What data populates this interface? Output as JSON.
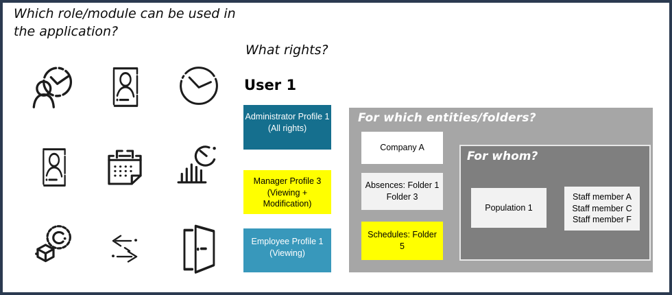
{
  "slide": {
    "title": "Which role/module can be used in\nthe application?",
    "rights": {
      "heading": "What rights?",
      "user": "User 1",
      "profiles": [
        {
          "label": "Administrator Profile 1 (All rights)",
          "bg": "#156F8E",
          "fg": "#FFFFFF"
        },
        {
          "label": "Manager Profile 3 (Viewing + Modification)",
          "bg": "#FFFF00",
          "fg": "#000000"
        },
        {
          "label": "Employee Profile 1 (Viewing)",
          "bg": "#3898BB",
          "fg": "#FFFFFF"
        }
      ]
    },
    "entities": {
      "heading": "For which entities/folders?",
      "company": {
        "label": "Company A",
        "bg": "#FFFFFF"
      },
      "absences": {
        "label": "Absences: Folder 1\nFolder 3",
        "bg": "#F2F2F2"
      },
      "schedules": {
        "label": "Schedules: Folder 5",
        "bg": "#FFFF00"
      },
      "for_whom": {
        "heading": "For whom?",
        "population": {
          "label": "Population 1",
          "bg": "#F2F2F2"
        },
        "staff": {
          "bg": "#F2F2F2",
          "members": [
            "Staff member A",
            "Staff member C",
            "Staff member F"
          ]
        }
      }
    },
    "icons": [
      {
        "name": "person-clock-icon"
      },
      {
        "name": "profile-card-icon"
      },
      {
        "name": "clock-icon"
      },
      {
        "name": "id-card-icon"
      },
      {
        "name": "calendar-icon"
      },
      {
        "name": "bar-chart-refresh-icon"
      },
      {
        "name": "cube-gear-icon"
      },
      {
        "name": "swap-arrows-icon"
      },
      {
        "name": "open-door-icon"
      }
    ],
    "colors": {
      "frame_border": "#2B3A50",
      "panel_outer": "#A6A6A6",
      "panel_inner": "#7F7F7F",
      "panel_inner_border": "#E8E8E8"
    }
  }
}
